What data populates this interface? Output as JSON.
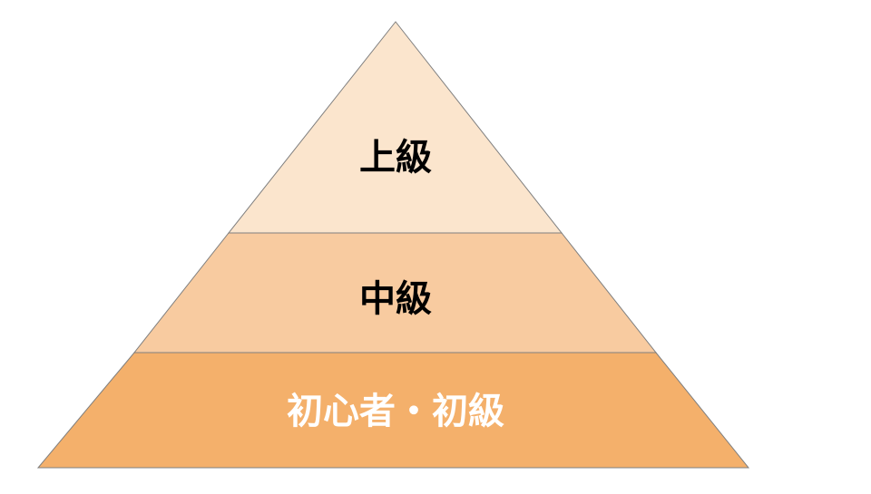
{
  "pyramid": {
    "levels": [
      {
        "label": "上級",
        "fill": "#fbe5cd",
        "text_color": "#000000"
      },
      {
        "label": "中級",
        "fill": "#f8cba0",
        "text_color": "#000000"
      },
      {
        "label": "初心者・初級",
        "fill": "#f4b06b",
        "text_color": "#ffffff"
      }
    ],
    "outline_color": "#7f7f7f"
  }
}
